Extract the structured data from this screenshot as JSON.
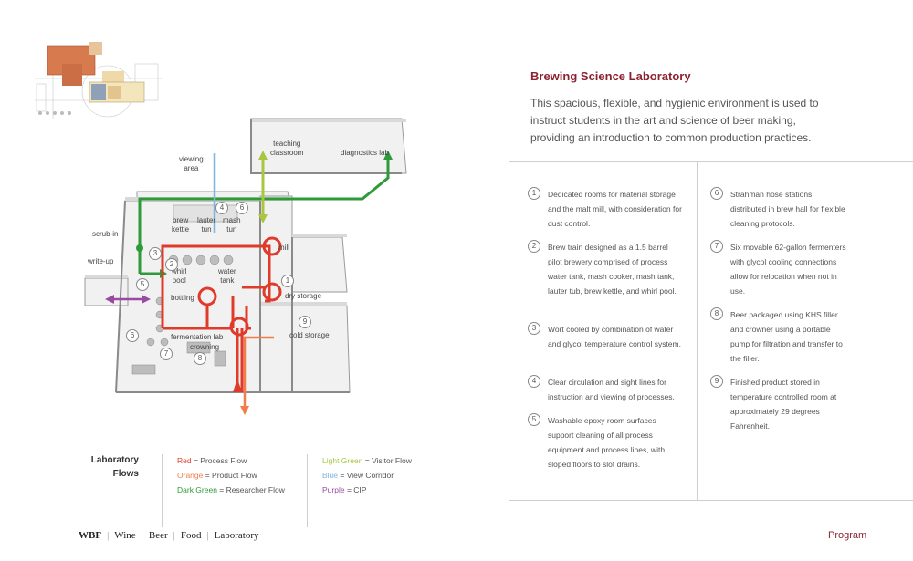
{
  "heading": "Brewing Science Laboratory",
  "intro": "This spacious, flexible, and hygienic environment is used to instruct students in the art and science of beer making, providing an introduction to common production practices.",
  "notes": [
    {
      "n": "1",
      "text": "Dedicated rooms for material storage and the malt mill, with consideration for dust control."
    },
    {
      "n": "2",
      "text": "Brew train designed as a 1.5 barrel pilot brewery comprised of process water tank, mash cooker, mash tank, lauter tub, brew kettle, and whirl pool."
    },
    {
      "n": "3",
      "text": "Wort cooled by combination of water and glycol temperature control system."
    },
    {
      "n": "4",
      "text": "Clear circulation and sight lines for instruction and viewing of processes."
    },
    {
      "n": "5",
      "text": "Washable epoxy room surfaces support cleaning of all process equipment and process lines, with sloped floors to slot drains."
    },
    {
      "n": "6",
      "text": "Strahman hose stations distributed in brew hall for flexible cleaning protocols."
    },
    {
      "n": "7",
      "text": "Six movable 62-gallon fermenters with glycol cooling connections allow for relocation when not in use."
    },
    {
      "n": "8",
      "text": "Beer packaged using KHS filler and crowner using a portable pump for filtration and transfer to the filler."
    },
    {
      "n": "9",
      "text": "Finished product stored in temperature controlled room at approximately 29 degrees Fahrenheit."
    }
  ],
  "legend": {
    "title_1": "Laboratory",
    "title_2": "Flows",
    "items": [
      {
        "color_name": "Red",
        "label": " = Process Flow",
        "color": "#e03a2a"
      },
      {
        "color_name": "Orange",
        "label": " = Product Flow",
        "color": "#f07e4a"
      },
      {
        "color_name": "Dark Green",
        "label": " = Researcher Flow",
        "color": "#2e9a3a"
      },
      {
        "color_name": "Light Green",
        "label": " = Visitor Flow",
        "color": "#a8c640"
      },
      {
        "color_name": "Blue",
        "label": " = View Corridor",
        "color": "#7fb6e0"
      },
      {
        "color_name": "Purple",
        "label": " = CIP",
        "color": "#9a4aa0"
      }
    ]
  },
  "footer": {
    "brand": "WBF",
    "nav": [
      "Wine",
      "Beer",
      "Food",
      "Laboratory"
    ],
    "section": "Program"
  },
  "diagram_labels": {
    "viewing_area": [
      "viewing",
      "area"
    ],
    "teaching_classroom": [
      "teaching",
      "classroom"
    ],
    "diagnostics_lab": "diagnostics lab",
    "scrub_in": "scrub-in",
    "write_up": "write-up",
    "brew_kettle": [
      "brew",
      "kettle"
    ],
    "lauter_tun": [
      "lauter",
      "tun"
    ],
    "mash_tun": [
      "mash",
      "tun"
    ],
    "mill": "mill",
    "whirl_pool": [
      "whirl",
      "pool"
    ],
    "water_tank": [
      "water",
      "tank"
    ],
    "bottling": "bottling",
    "dry_storage": "dry storage",
    "cold_storage": "cold storage",
    "fermentation_lab": "fermentation lab",
    "crowning": "crowning",
    "markers": [
      "1",
      "2",
      "3",
      "4",
      "5",
      "6",
      "7",
      "8",
      "9",
      "6"
    ]
  }
}
